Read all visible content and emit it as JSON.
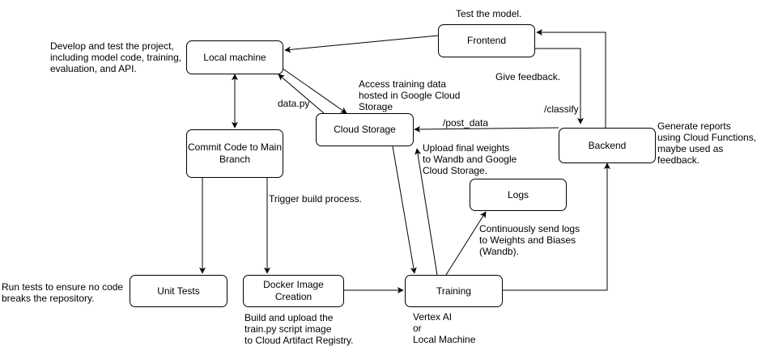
{
  "nodes": {
    "local_machine": "Local machine",
    "frontend": "Frontend",
    "cloud_storage": "Cloud Storage",
    "backend": "Backend",
    "commit_code": "Commit Code to Main\nBranch",
    "logs": "Logs",
    "unit_tests": "Unit Tests",
    "docker_image": "Docker Image\nCreation",
    "training": "Training"
  },
  "notes": {
    "test_model": "Test the model.",
    "develop": "Develop and test the project,\nincluding model code, training,\nevaluation, and API.",
    "give_feedback": "Give feedback.",
    "access_data": "Access training data\nhosted in Google Cloud\nStorage",
    "data_py": "data.py",
    "classify": "/classify",
    "post_data": "/post_data",
    "generate_reports": "Generate reports\nusing Cloud Functions,\nmaybe used as\nfeedback.",
    "upload_weights": "Upload final weights\nto Wandb and Google\nCloud Storage.",
    "trigger_build": "Trigger build process.",
    "send_logs": "Continuously send logs\nto Weights and Biases\n(Wandb).",
    "run_tests": "Run tests to ensure no code\nbreaks the repository.",
    "build_upload": "Build and upload the\ntrain.py script image\nto Cloud Artifact Registry.",
    "training_platform": "Vertex AI\nor\nLocal Machine"
  }
}
